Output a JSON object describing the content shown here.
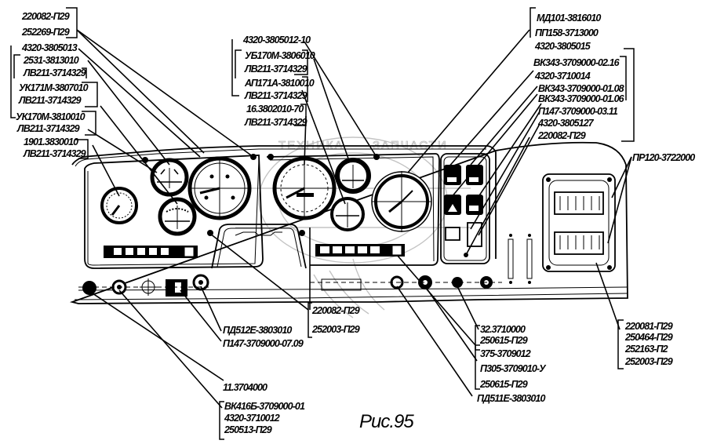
{
  "figure": {
    "caption": "Рис.95",
    "watermark": [
      "ТЕХНИКА",
      "ЗАПЧАСТИ"
    ],
    "colors": {
      "ink": "#000000",
      "paper": "#ffffff",
      "watermark": "#c4c4c4"
    }
  },
  "callouts": {
    "top_left": [
      {
        "id": "tl1",
        "lines": [
          "220082-П29",
          "252269-П29"
        ]
      },
      {
        "id": "tl2",
        "header": "4320-3805013",
        "lines": [
          "2531-3813010",
          "ЛВ211-3714329"
        ]
      },
      {
        "id": "tl3",
        "lines": [
          "УК171М-3807010",
          "ЛВ211-3714329"
        ]
      },
      {
        "id": "tl4",
        "lines": [
          "УК170М-3810010",
          "ЛВ211-3714329"
        ]
      },
      {
        "id": "tl5",
        "lines": [
          "1901.3830010",
          "ЛВ211-3714329"
        ]
      }
    ],
    "top_center": {
      "header": "4320-3805012-10",
      "groups": [
        {
          "id": "tc1",
          "lines": [
            "УБ170М-3806010",
            "ЛВ211-3714329"
          ]
        },
        {
          "id": "tc2",
          "lines": [
            "АП171А-3810010",
            "ЛВ211-3714329"
          ]
        },
        {
          "id": "tc3",
          "lines": [
            "16.3802010-70",
            "ЛВ211-3714329"
          ]
        }
      ]
    },
    "top_right": {
      "pair": [
        "МД101-3816010",
        "ПП158-3713000"
      ],
      "header": "4320-3805015",
      "list": [
        "ВК343-3709000-02.16",
        "4320-3710014",
        "ВК343-3709000-01.08",
        "ВК343-3709000-01.06",
        "П147-3709000-03.11",
        "4320-3805127",
        "220082-П29"
      ]
    },
    "right": {
      "label": "ПР120-3722000",
      "list": [
        "220081-П29",
        "250464-П29",
        "252163-П2",
        "252003-П29"
      ]
    },
    "bottom_center": {
      "pair": [
        "220082-П29",
        "252003-П29"
      ],
      "a": [
        "ПД512Е-3803010",
        "П147-3709000-07.09"
      ]
    },
    "bottom_right": {
      "g1": [
        "32.3710000",
        "250615-П29"
      ],
      "g2": [
        "375-3709012",
        "П305-3709010-У",
        "250615-П29"
      ],
      "single": "ПД511Е-3803010"
    },
    "bottom_left": {
      "single": "11.3704000",
      "group": [
        "ВК416Б-3709000-01",
        "4320-3710012",
        "250513-П29"
      ]
    }
  }
}
